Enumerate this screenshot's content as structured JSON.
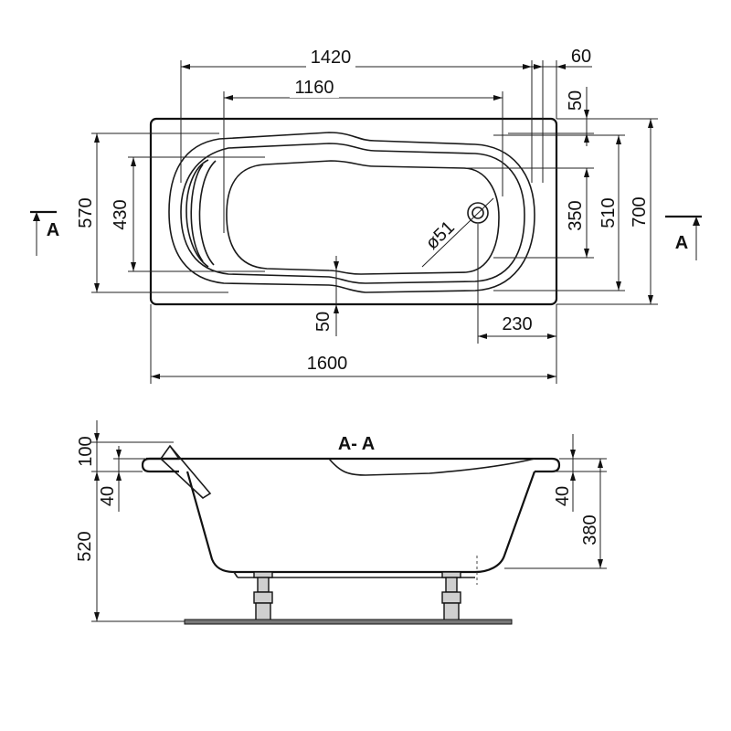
{
  "plan_view": {
    "dim_total_length": "1600",
    "dim_inner_length": "1420",
    "dim_bottom_length": "1160",
    "dim_rim_right": "60",
    "dim_rim_top": "50",
    "dim_rim_bottom": "50",
    "dim_total_width": "700",
    "dim_inner_width": "570",
    "dim_bottom_width": "430",
    "dim_inner_width_right": "510",
    "dim_bottom_width_right": "350",
    "dim_drain_offset": "230",
    "dim_drain_diameter": "ø51",
    "section_mark_left": "A",
    "section_mark_right": "A"
  },
  "section_view": {
    "title": "A- A",
    "dim_rim_height": "100",
    "dim_rim_thickness_left": "40",
    "dim_rim_thickness_right": "40",
    "dim_total_height": "520",
    "dim_depth": "380"
  }
}
